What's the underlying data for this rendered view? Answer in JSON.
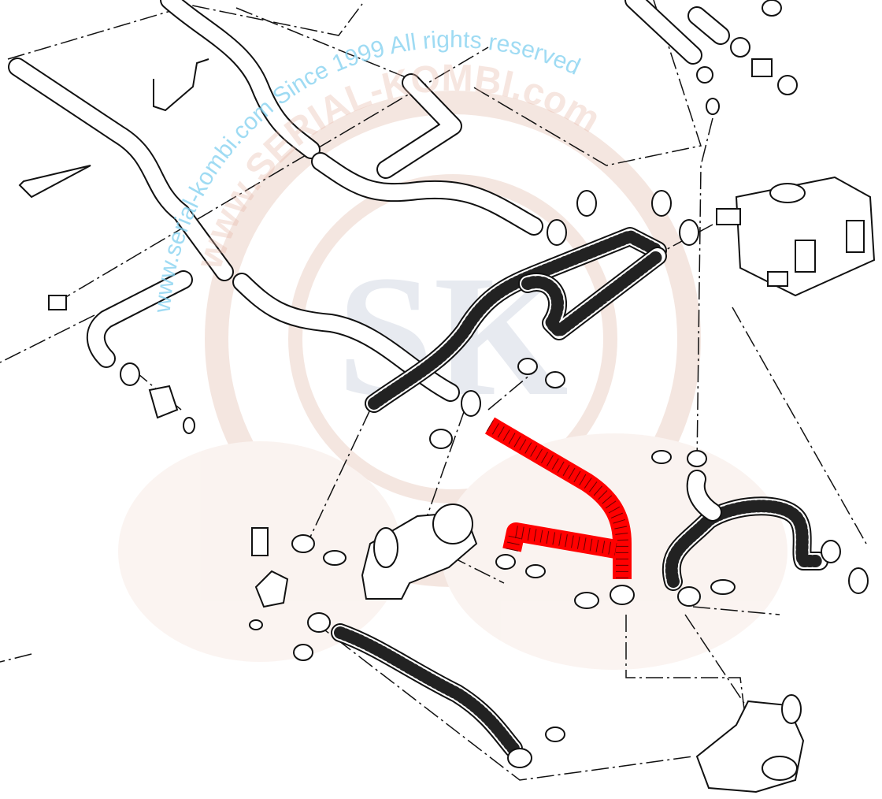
{
  "watermark": {
    "outer_text": "www.serial-kombi.com   Since 1999 All rights reserved",
    "inner_text": "www.SERIAL-KOMBI.com",
    "logo_letters": "SK"
  },
  "colors": {
    "highlight": "#ff0000",
    "watermark_text": "#7fd0f0",
    "watermark_logo": "#e8b8a8",
    "line": "#111111"
  }
}
